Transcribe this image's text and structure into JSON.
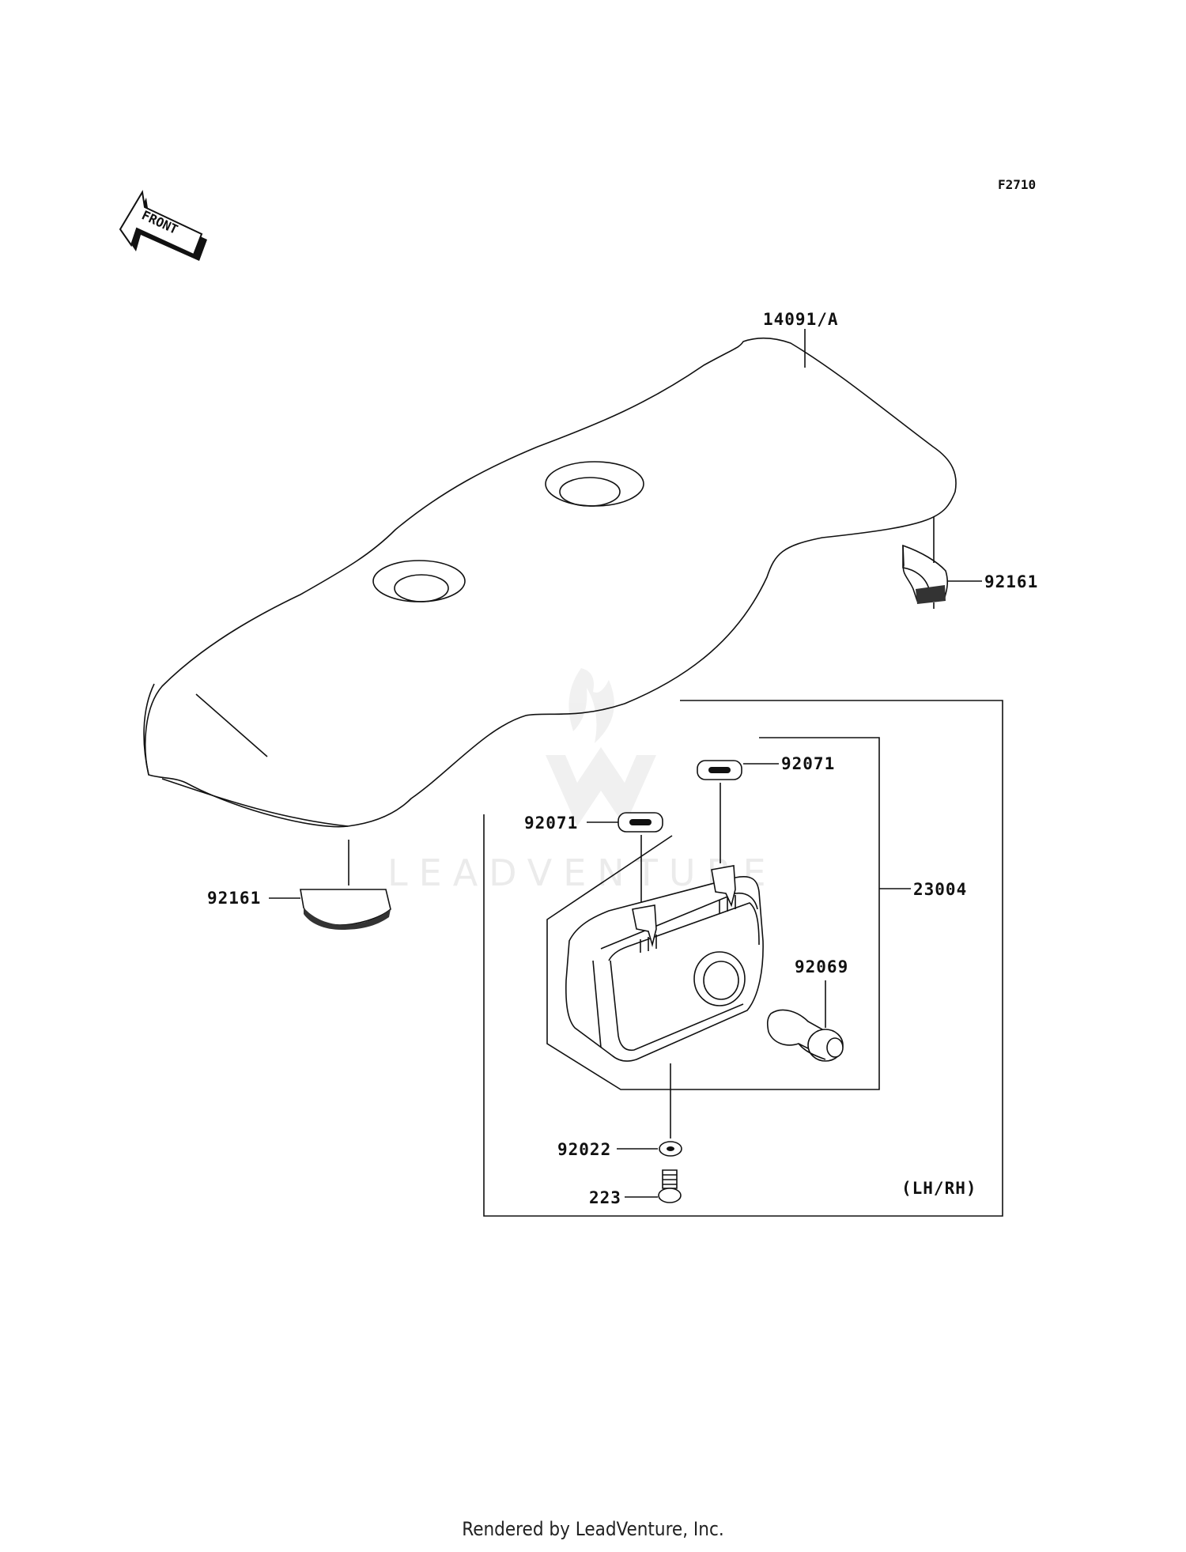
{
  "diagram_code": "F2710",
  "front_arrow_label": "FRONT",
  "parts": {
    "seat": "14091/A",
    "damper_right": "92161",
    "damper_left": "92161",
    "grommet_top": "92071",
    "grommet_left": "92071",
    "lamp_assembly": "23004",
    "bulb": "92069",
    "washer": "92022",
    "screw": "223"
  },
  "side_note": "(LH/RH)",
  "watermark": "LEADVENTURE",
  "footer_text": "Rendered by LeadVenture, Inc."
}
